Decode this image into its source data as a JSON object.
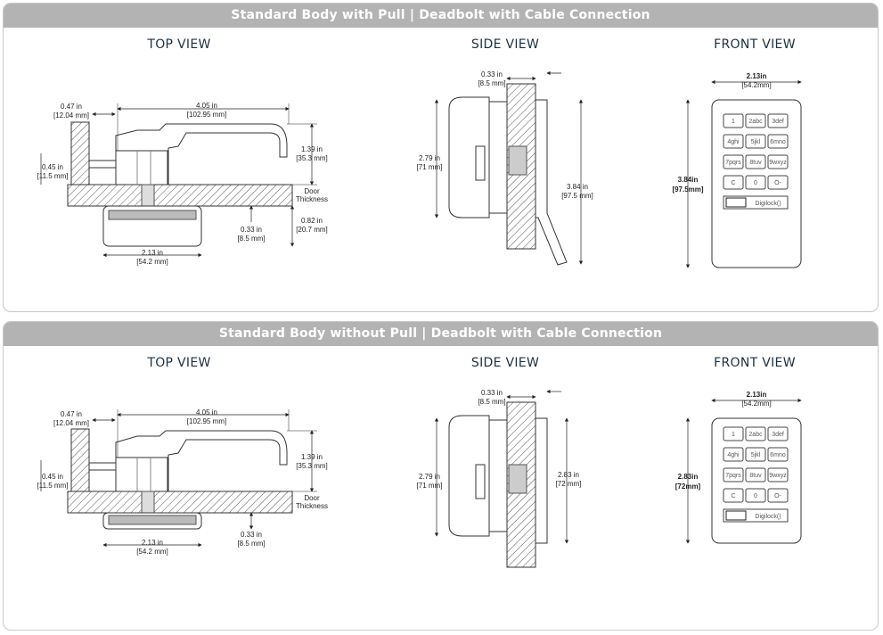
{
  "panels": [
    {
      "title": "Standard Body with Pull  |  Deadbolt with Cable Connection",
      "views": {
        "top": "TOP VIEW",
        "side": "SIDE VIEW",
        "front": "FRONT VIEW"
      },
      "top_dims": {
        "offset": "0.47 in",
        "offset_mm": "[12.04 mm]",
        "length": "4.05 in",
        "length_mm": "[102.95 mm]",
        "height": "1.39 in",
        "height_mm": "[35.3 mm]",
        "small": "0.45 in",
        "small_mm": "[11.5 mm]",
        "door": "Door",
        "door2": "Thickness",
        "base": "0.33 in",
        "base_mm": "[8.5 mm]",
        "extra": "0.82 in",
        "extra_mm": "[20.7 mm]",
        "width": "2.13 in",
        "width_mm": "[54.2 mm]"
      },
      "side_dims": {
        "top": "0.33 in",
        "top_mm": "[8.5 mm]",
        "left": "2.79 in",
        "left_mm": "[71 mm]",
        "right": "3.84 in",
        "right_mm": "[97.5 mm]"
      },
      "front_dims": {
        "width": "2.13in",
        "width_mm": "[54.2mm]",
        "height": "3.84in",
        "height_mm": "[97.5mm]"
      },
      "keypad": {
        "keys": [
          "1",
          "2abc",
          "3def",
          "4ghi",
          "5jkl",
          "6mno",
          "7pqrs",
          "8tuv",
          "9wxyz",
          "C",
          "0",
          "O-"
        ],
        "brand": "Digilock()"
      }
    },
    {
      "title": "Standard Body without Pull  |  Deadbolt with Cable Connection",
      "views": {
        "top": "TOP VIEW",
        "side": "SIDE VIEW",
        "front": "FRONT VIEW"
      },
      "top_dims": {
        "offset": "0.47 in",
        "offset_mm": "[12.04 mm]",
        "length": "4.05 in",
        "length_mm": "[102.95 mm]",
        "height": "1.39 in",
        "height_mm": "[35.3 mm]",
        "small": "0.45 in",
        "small_mm": "[11.5 mm]",
        "door": "Door",
        "door2": "Thickness",
        "base": "0.33 in",
        "base_mm": "[8.5 mm]",
        "width": "2.13 in",
        "width_mm": "[54.2 mm]"
      },
      "side_dims": {
        "top": "0.33 in",
        "top_mm": "[8.5 mm]",
        "left": "2.79 in",
        "left_mm": "[71 mm]",
        "right": "2.83 in",
        "right_mm": "[72 mm]"
      },
      "front_dims": {
        "width": "2.13in",
        "width_mm": "[54.2mm]",
        "height": "2.83in",
        "height_mm": "[72mm]"
      },
      "keypad": {
        "keys": [
          "1",
          "2abc",
          "3def",
          "4ghi",
          "5jkl",
          "6mno",
          "7pqrs",
          "8tuv",
          "9wxyz",
          "C",
          "0",
          "O-"
        ],
        "brand": "Digilock()"
      }
    }
  ]
}
